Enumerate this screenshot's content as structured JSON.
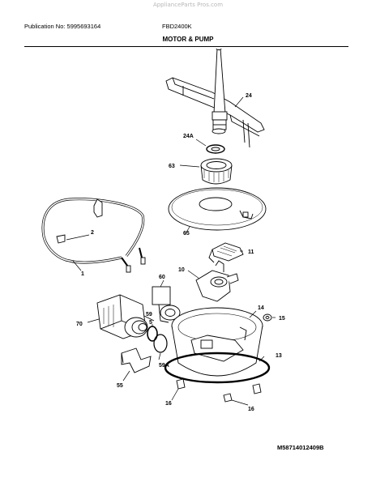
{
  "header": {
    "watermark": "ApplianceParts Pros.com",
    "publication": "Publication No: 5995693164",
    "model": "FBD2400K",
    "title": "MOTOR & PUMP"
  },
  "callouts": {
    "c24": "24",
    "c24a": "24A",
    "c63": "63",
    "c65": "65",
    "c2": "2",
    "c1": "1",
    "c11": "11",
    "c10": "10",
    "c60": "60",
    "c70": "70",
    "c59": "59",
    "c5": "5",
    "c59a": "59A",
    "c55": "55",
    "c14": "14",
    "c15": "15",
    "c13": "13",
    "c16a": "16",
    "c16b": "16"
  },
  "footer": {
    "doc_number": "M58714012409B"
  }
}
